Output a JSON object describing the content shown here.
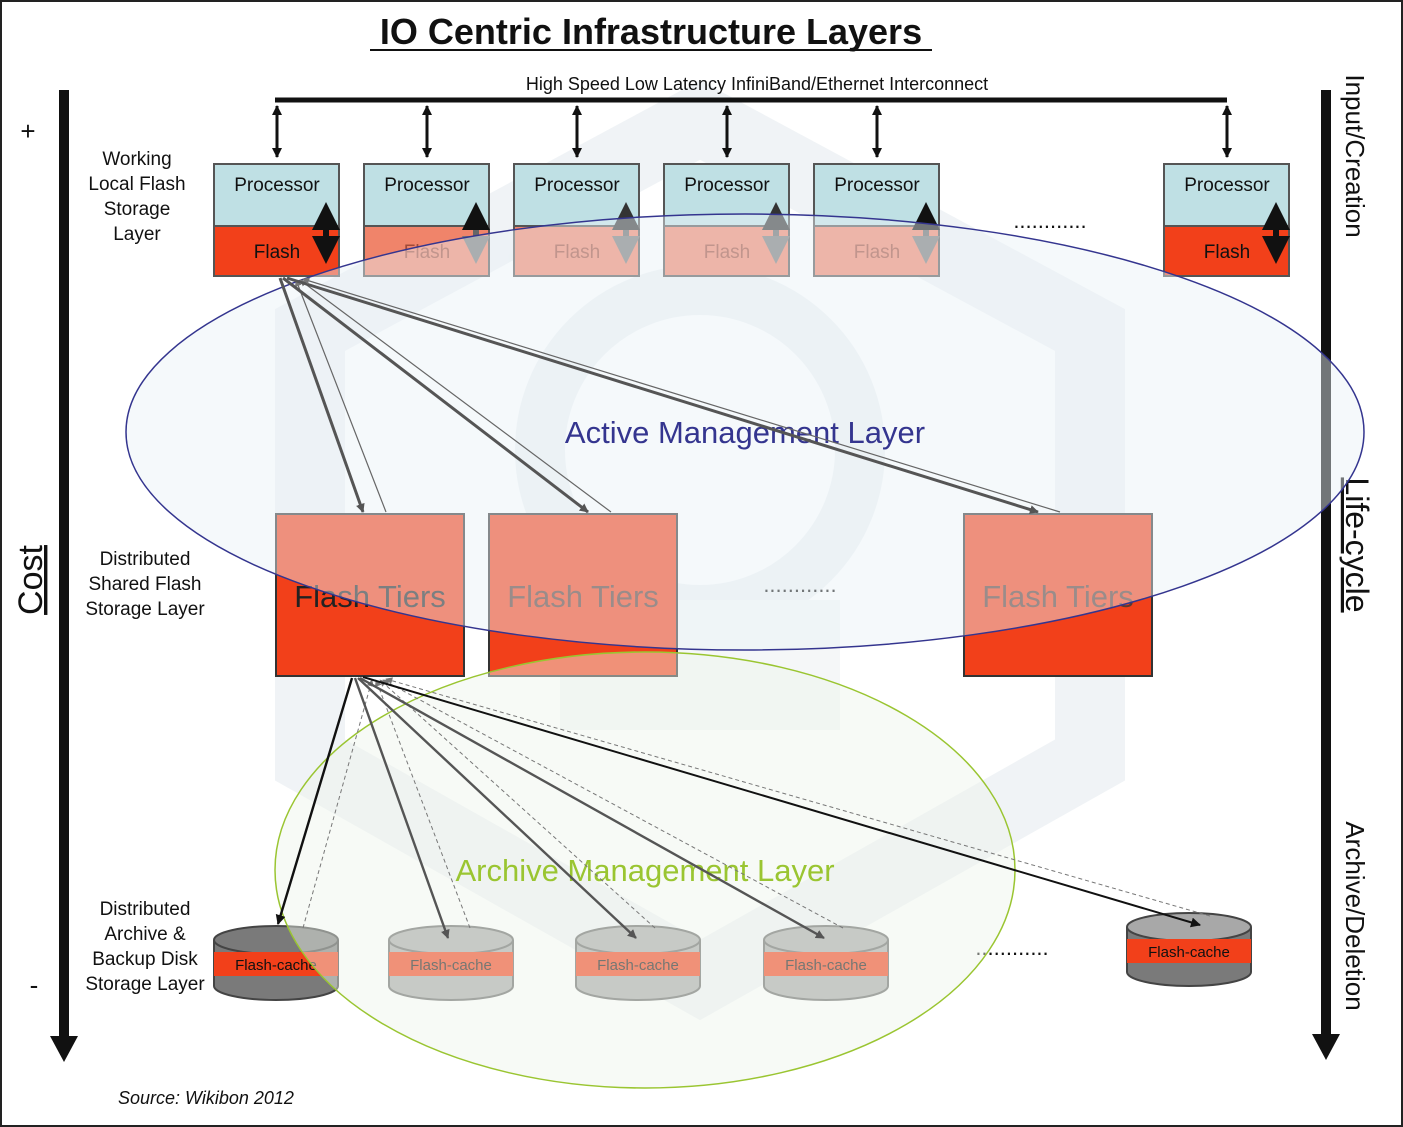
{
  "title": "IO Centric Infrastructure Layers",
  "interconnect_label": "High Speed Low Latency InfiniBand/Ethernet Interconnect",
  "left_axis": {
    "label": "Cost",
    "plus": "+",
    "minus": "-"
  },
  "right_axis": {
    "top": "Input/Creation",
    "middle": "Life-cycle",
    "bottom": "Archive/Deletion"
  },
  "layers": {
    "working": [
      "Working",
      "Local Flash",
      "Storage",
      "Layer"
    ],
    "shared": [
      "Distributed",
      "Shared Flash",
      "Storage Layer"
    ],
    "archive": [
      "Distributed",
      "Archive &",
      "Backup Disk",
      "Storage Layer"
    ]
  },
  "node": {
    "processor": "Processor",
    "flash": "Flash"
  },
  "tier_label": "Flash Tiers",
  "cache_label": "Flash-cache",
  "ellipsis": "............",
  "active_layer": "Active Management Layer",
  "archive_layer": "Archive Management Layer",
  "source": "Source: Wikibon 2012",
  "colors": {
    "processor": "#bfe0e4",
    "flash": "#f2401a",
    "flash_faded": "#f0846a",
    "active": "#34358f",
    "archive": "#9ac531",
    "disk": "#a8a8a8",
    "disk_dark": "#7a7a7a",
    "watermark": "#e6ecf0"
  }
}
